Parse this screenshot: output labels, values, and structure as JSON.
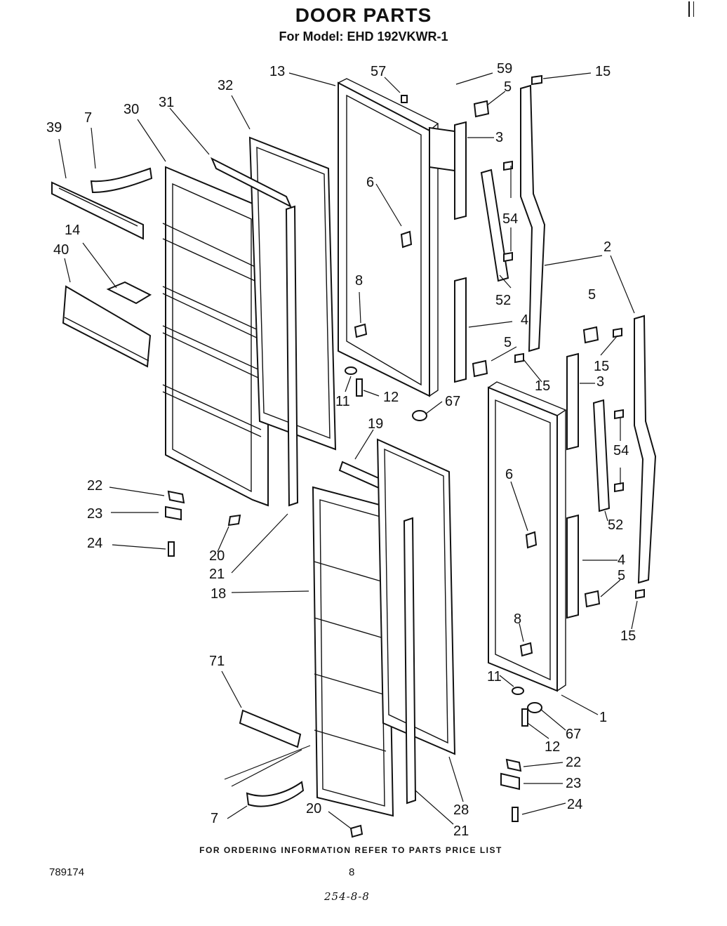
{
  "title": "DOOR PARTS",
  "model_line": "For Model: EHD 192VKWR-1",
  "footer_note": "FOR ORDERING INFORMATION REFER TO PARTS PRICE LIST",
  "doc_number": "789174",
  "page_number": "8",
  "handwritten_note": "254-8-8",
  "callouts": [
    {
      "id": "c13",
      "text": "13"
    },
    {
      "id": "c57",
      "text": "57"
    },
    {
      "id": "c59",
      "text": "59"
    },
    {
      "id": "c15a",
      "text": "15"
    },
    {
      "id": "c32",
      "text": "32"
    },
    {
      "id": "c5a",
      "text": "5"
    },
    {
      "id": "c30",
      "text": "30"
    },
    {
      "id": "c31",
      "text": "31"
    },
    {
      "id": "c39",
      "text": "39"
    },
    {
      "id": "c7a",
      "text": "7"
    },
    {
      "id": "c3a",
      "text": "3"
    },
    {
      "id": "c6a",
      "text": "6"
    },
    {
      "id": "c54a",
      "text": "54"
    },
    {
      "id": "c14",
      "text": "14"
    },
    {
      "id": "c40",
      "text": "40"
    },
    {
      "id": "c2",
      "text": "2"
    },
    {
      "id": "c8a",
      "text": "8"
    },
    {
      "id": "c52a",
      "text": "52"
    },
    {
      "id": "c5b",
      "text": "5"
    },
    {
      "id": "c4a",
      "text": "4"
    },
    {
      "id": "c5c",
      "text": "5"
    },
    {
      "id": "c15b",
      "text": "15"
    },
    {
      "id": "c15c",
      "text": "15"
    },
    {
      "id": "c3b",
      "text": "3"
    },
    {
      "id": "c11a",
      "text": "11"
    },
    {
      "id": "c12a",
      "text": "12"
    },
    {
      "id": "c67a",
      "text": "67"
    },
    {
      "id": "c19",
      "text": "19"
    },
    {
      "id": "c54b",
      "text": "54"
    },
    {
      "id": "c6b",
      "text": "6"
    },
    {
      "id": "c22a",
      "text": "22"
    },
    {
      "id": "c23a",
      "text": "23"
    },
    {
      "id": "c24a",
      "text": "24"
    },
    {
      "id": "c52b",
      "text": "52"
    },
    {
      "id": "c4b",
      "text": "4"
    },
    {
      "id": "c20a",
      "text": "20"
    },
    {
      "id": "c21a",
      "text": "21"
    },
    {
      "id": "c18",
      "text": "18"
    },
    {
      "id": "c5d",
      "text": "5"
    },
    {
      "id": "c15d",
      "text": "15"
    },
    {
      "id": "c8b",
      "text": "8"
    },
    {
      "id": "c71",
      "text": "71"
    },
    {
      "id": "c11b",
      "text": "11"
    },
    {
      "id": "c1",
      "text": "1"
    },
    {
      "id": "c67b",
      "text": "67"
    },
    {
      "id": "c12b",
      "text": "12"
    },
    {
      "id": "c22b",
      "text": "22"
    },
    {
      "id": "c23b",
      "text": "23"
    },
    {
      "id": "c24b",
      "text": "24"
    },
    {
      "id": "c7b",
      "text": "7"
    },
    {
      "id": "c20b",
      "text": "20"
    },
    {
      "id": "c28",
      "text": "28"
    },
    {
      "id": "c21b",
      "text": "21"
    }
  ]
}
